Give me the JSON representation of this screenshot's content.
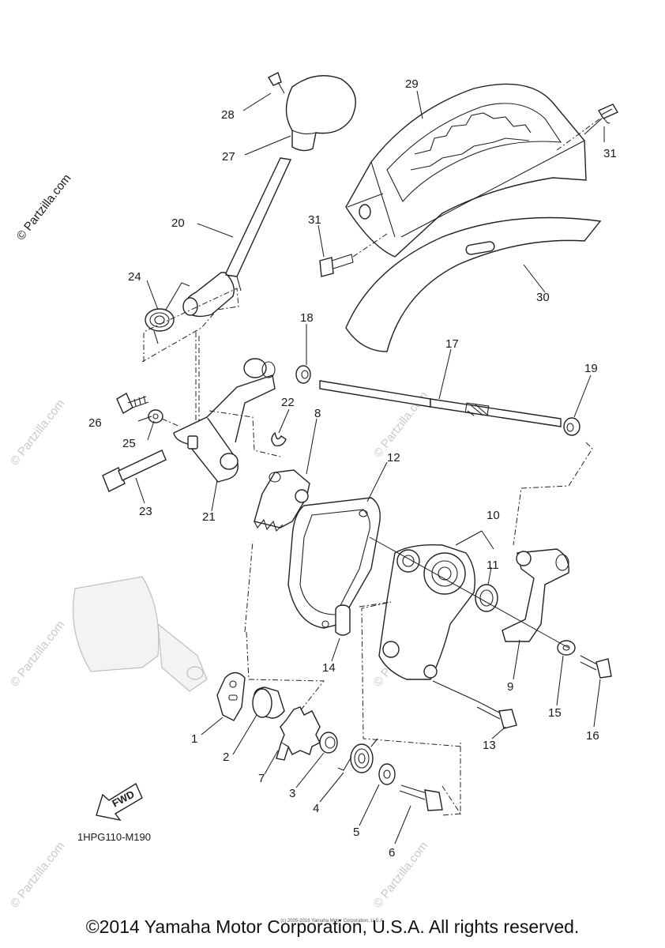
{
  "watermarks": {
    "side": "© Partzilla.com",
    "tile": "© Partzilla.com"
  },
  "callouts": {
    "p1": "1",
    "p2": "2",
    "p3": "3",
    "p4": "4",
    "p5": "5",
    "p6": "6",
    "p7": "7",
    "p8": "8",
    "p9": "9",
    "p10": "10",
    "p11": "11",
    "p12": "12",
    "p13": "13",
    "p14": "14",
    "p15": "15",
    "p16": "16",
    "p17": "17",
    "p18": "18",
    "p19": "19",
    "p20": "20",
    "p21": "21",
    "p22": "22",
    "p23": "23",
    "p24": "24",
    "p25": "25",
    "p26": "26",
    "p27": "27",
    "p28": "28",
    "p29": "29",
    "p30": "30",
    "p31a": "31",
    "p31b": "31"
  },
  "direction_label": "FWD",
  "diagram_code": "1HPG110-M190",
  "fine_print": "(c) 2005-2016 Yamaha Motor Corporation, U.S.A.",
  "footer": "©2014 Yamaha Motor Corporation, U.S.A. All rights reserved."
}
